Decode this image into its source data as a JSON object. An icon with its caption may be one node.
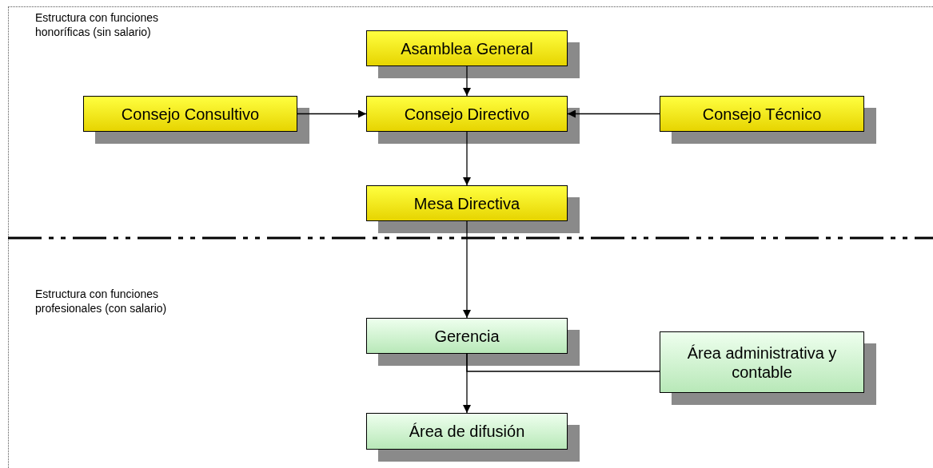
{
  "diagram": {
    "nodes": [
      {
        "text": [
          "Asamblea General"
        ]
      },
      {
        "text": [
          "Consejo Consultivo"
        ]
      },
      {
        "text": [
          "Consejo Directivo"
        ]
      },
      {
        "text": [
          "Consejo Técnico"
        ]
      },
      {
        "text": [
          "Mesa Directiva"
        ]
      },
      {
        "text": [
          "Gerencia"
        ]
      },
      {
        "text": [
          "Área administrativa y contable"
        ]
      },
      {
        "text": [
          "Área de difusión"
        ]
      }
    ],
    "edges": [
      {
        "from": 0,
        "to": 2,
        "arrow": "to"
      },
      {
        "from": 1,
        "to": 2,
        "arrow": "to"
      },
      {
        "from": 3,
        "to": 2,
        "arrow": "to"
      },
      {
        "from": 2,
        "to": 4,
        "arrow": "to"
      },
      {
        "from": 4,
        "to": 5,
        "arrow": "to"
      },
      {
        "from": 5,
        "to": 7,
        "arrow": "to"
      },
      {
        "from": 5,
        "to": 6,
        "arrow": "none"
      }
    ],
    "labels": [
      "Estructura con funciones honoríficas (sin salario)",
      "Estructura con funciones profesionales (con salario)"
    ]
  }
}
